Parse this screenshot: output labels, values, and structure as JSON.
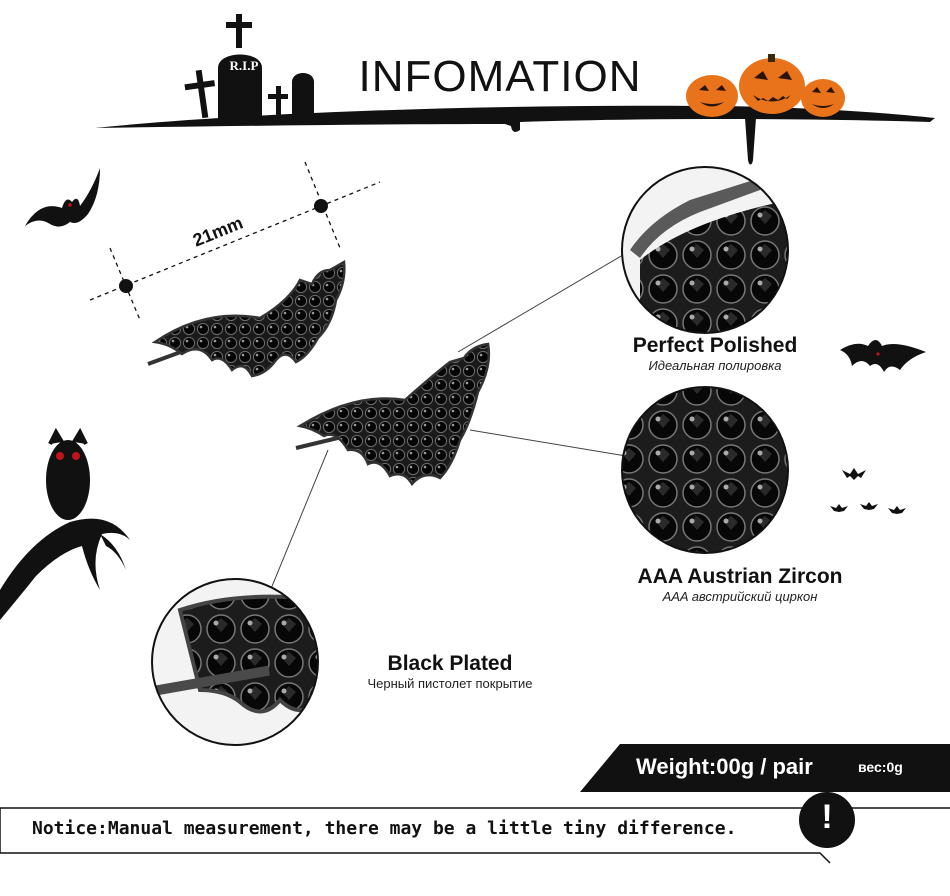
{
  "header": {
    "title": "INFOMATION",
    "tombstone_text": "R.I.P"
  },
  "measurement": {
    "label": "21mm"
  },
  "features": [
    {
      "title": "Perfect  Polished",
      "subtitle": "Идеальная полировка"
    },
    {
      "title": "AAA Austrian Zircon",
      "subtitle": "AAA австрийский циркон"
    },
    {
      "title": "Black  Plated",
      "subtitle": "Черный пистолет покрытие"
    }
  ],
  "weight": {
    "text": "Weight:00g / pair",
    "ru_text": "вес:0g"
  },
  "notice": {
    "text": "Notice:Manual measurement, there may be a little tiny difference.",
    "icon_glyph": "!"
  },
  "colors": {
    "pumpkin": "#e8731a",
    "ink": "#111111",
    "eyes": "#c0141c"
  }
}
